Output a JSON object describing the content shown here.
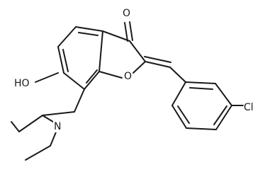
{
  "molecule": {
    "atoms": {
      "carbonyl_oxygen": "O",
      "ring_oxygen": "O",
      "hydroxyl": "HO",
      "amine_nitrogen": "N",
      "chlorine": "Cl"
    }
  }
}
